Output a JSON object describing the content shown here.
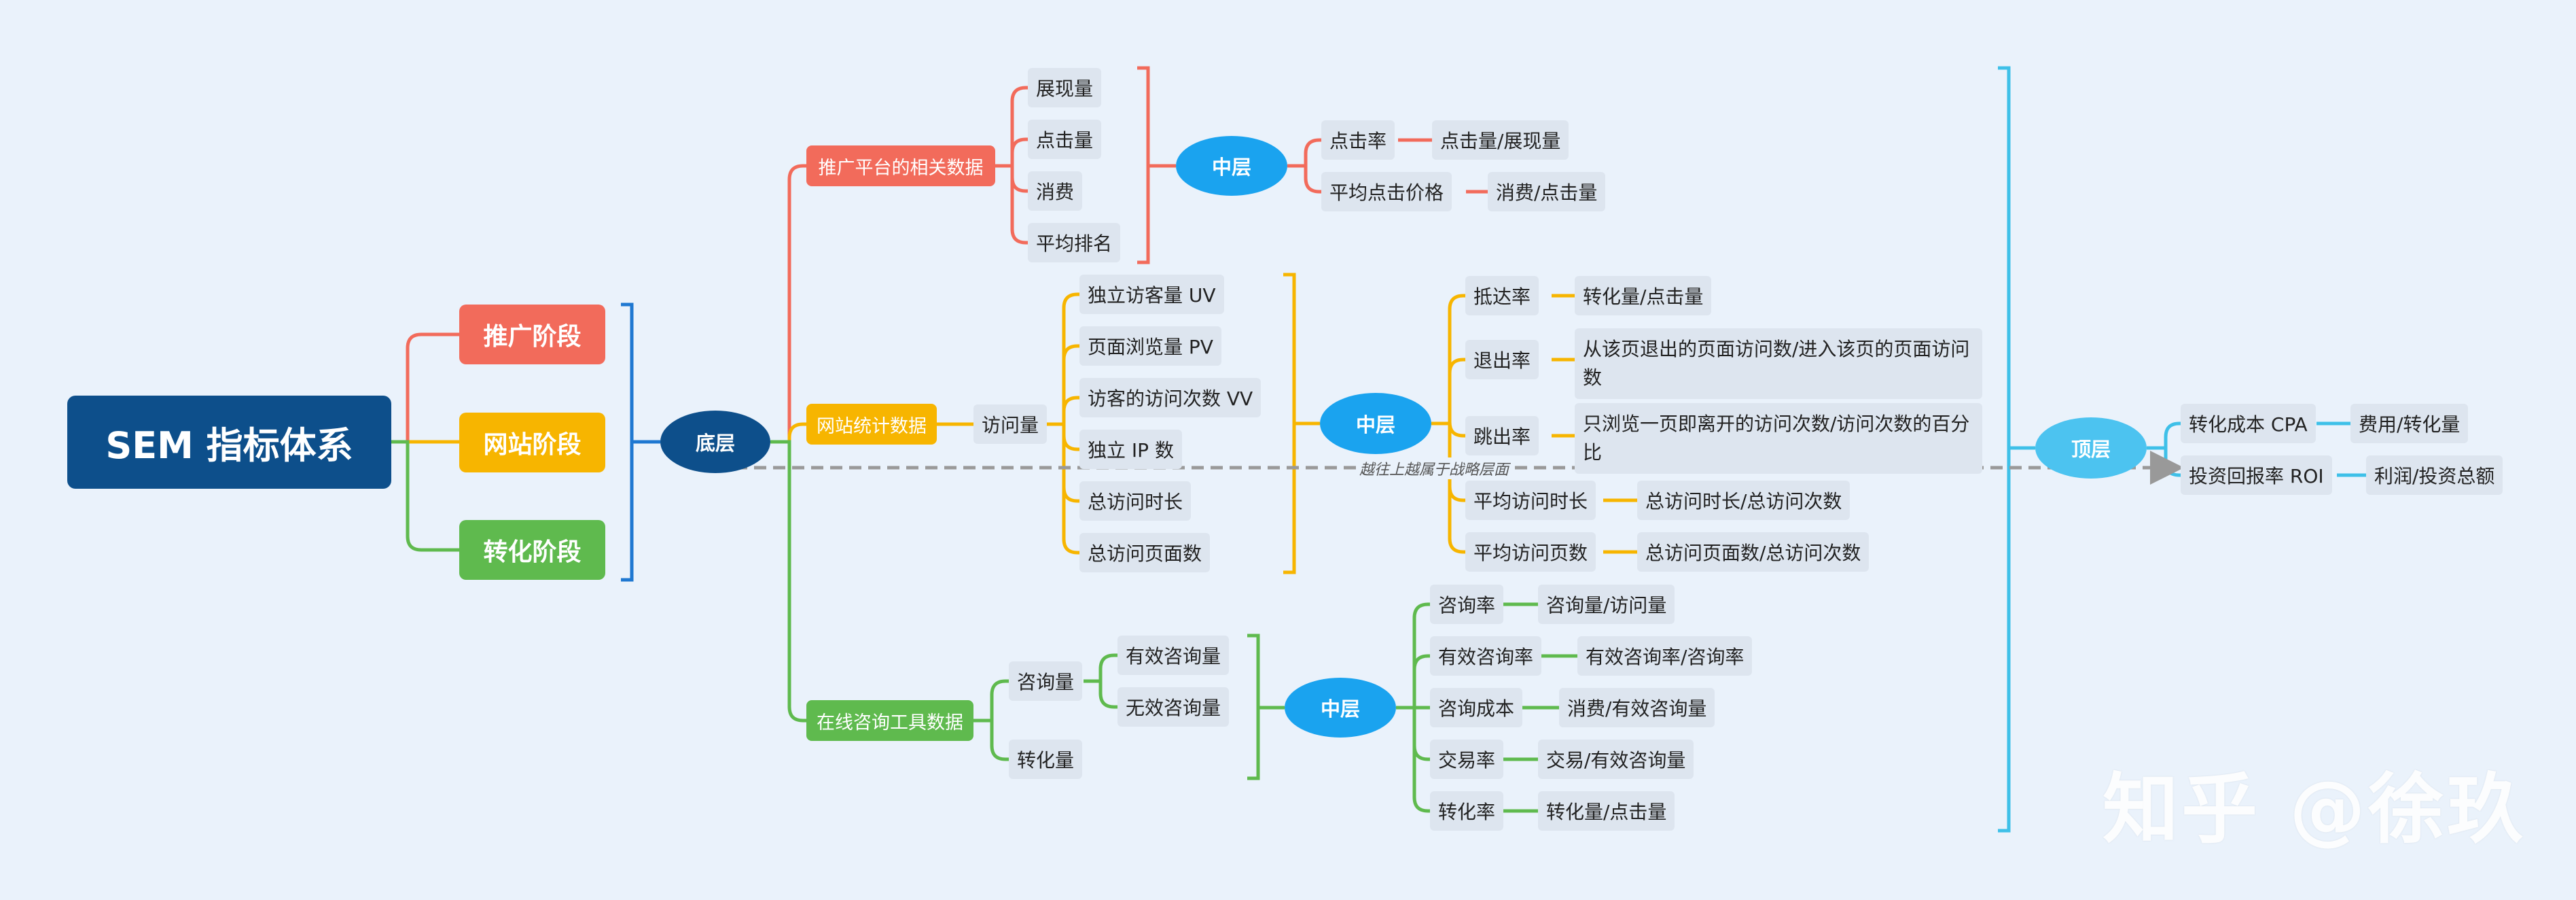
{
  "root": "SEM 指标体系",
  "stages": [
    "推广阶段",
    "网站阶段",
    "转化阶段"
  ],
  "bottom": "底层",
  "mid": "中层",
  "top": "顶层",
  "annotation": "越往上越属于战略层面",
  "platform": {
    "label": "推广平台的相关数据",
    "raw": [
      "展现量",
      "点击量",
      "消费",
      "平均排名"
    ],
    "metrics": [
      {
        "name": "点击率",
        "formula": "点击量/展现量"
      },
      {
        "name": "平均点击价格",
        "formula": "消费/点击量"
      }
    ]
  },
  "site": {
    "label": "网站统计数据",
    "visits": "访问量",
    "raw": [
      "独立访客量 UV",
      "页面浏览量 PV",
      "访客的访问次数 VV",
      "独立 IP 数",
      "总访问时长",
      "总访问页面数"
    ],
    "metrics": [
      {
        "name": "抵达率",
        "formula": "转化量/点击量"
      },
      {
        "name": "退出率",
        "formula": "从该页退出的页面访问数/进入该页的页面访问数"
      },
      {
        "name": "跳出率",
        "formula": "只浏览一页即离开的访问次数/访问次数的百分比"
      },
      {
        "name": "平均访问时长",
        "formula": "总访问时长/总访问次数"
      },
      {
        "name": "平均访问页数",
        "formula": "总访问页面数/总访问次数"
      }
    ]
  },
  "consult": {
    "label": "在线咨询工具数据",
    "inquiry": "咨询量",
    "inquiry_children": [
      "有效咨询量",
      "无效咨询量"
    ],
    "conversion": "转化量",
    "metrics": [
      {
        "name": "咨询率",
        "formula": "咨询量/访问量"
      },
      {
        "name": "有效咨询率",
        "formula": "有效咨询率/咨询率"
      },
      {
        "name": "咨询成本",
        "formula": "消费/有效咨询量"
      },
      {
        "name": "交易率",
        "formula": "交易/有效咨询量"
      },
      {
        "name": "转化率",
        "formula": "转化量/点击量"
      }
    ]
  },
  "top_metrics": [
    {
      "name": "转化成本 CPA",
      "formula": "费用/转化量"
    },
    {
      "name": "投资回报率 ROI",
      "formula": "利润/投资总额"
    }
  ],
  "watermark": "知乎 @徐玖",
  "colors": {
    "root": "#0d4f8b",
    "promotion": "#f26b5b",
    "website": "#f7b500",
    "conversion": "#5fba4e",
    "bottom": "#0d4f8b",
    "mid": "#1aa3ef",
    "top": "#4cc3f0",
    "bracket_blue": "#1f78d1",
    "bracket_cyan": "#3ec0e8",
    "arrow": "#999999"
  }
}
